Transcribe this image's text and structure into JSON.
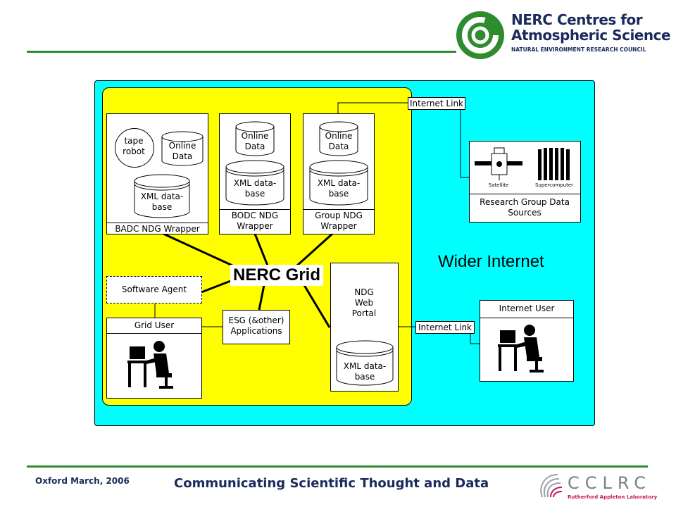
{
  "header": {
    "logo_line1": "NERC Centres for",
    "logo_line2": "Atmospheric Science",
    "logo_line3": "NATURAL ENVIRONMENT RESEARCH COUNCIL"
  },
  "diagram": {
    "badc": {
      "tape": "tape robot",
      "online": "Online Data",
      "xml": "XML data- base",
      "label": "BADC NDG Wrapper"
    },
    "bodc": {
      "online": "Online Data",
      "xml": "XML data- base",
      "label": "BODC NDG Wrapper"
    },
    "group": {
      "online": "Online Data",
      "xml": "XML data- base",
      "label": "Group NDG Wrapper"
    },
    "internet_link_top": "Internet Link",
    "internet_link_bottom": "Internet Link",
    "research": {
      "satellite": "Satellite",
      "supercomputer": "Supercomputer",
      "label": "Research Group Data Sources"
    },
    "nerc_grid": "NERC Grid",
    "wider_internet": "Wider Internet",
    "software_agent": "Software Agent",
    "grid_user": "Grid User",
    "esg": "ESG (&other) Applications",
    "portal": {
      "label": "NDG Web Portal",
      "xml": "XML data- base"
    },
    "internet_user": "Internet User"
  },
  "footer": {
    "left": "Oxford March, 2006",
    "center": "Communicating Scientific Thought and Data",
    "cclrc": "CCLRC",
    "cclrc_sub": "Rutherford Appleton Laboratory"
  },
  "colors": {
    "cyan": "#00ffff",
    "yellow": "#ffff00",
    "green": "#2e8b2e",
    "navy": "#1a2a5c"
  }
}
